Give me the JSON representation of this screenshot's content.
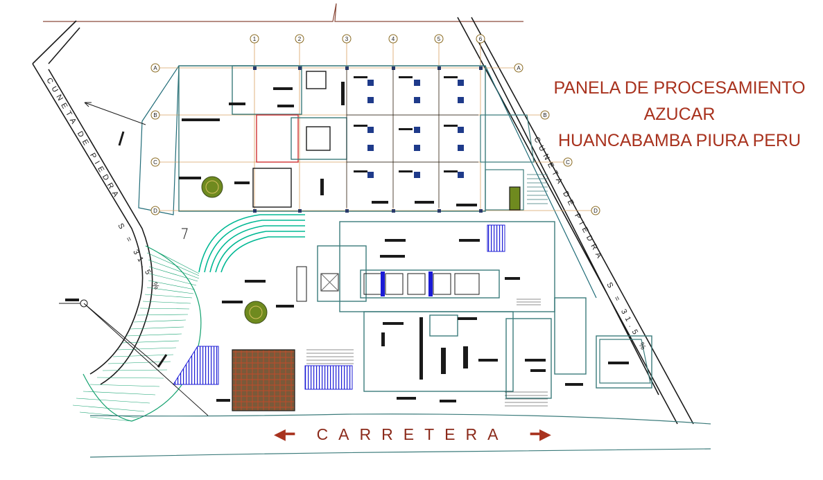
{
  "title": {
    "line1": "PANELA DE PROCESAMIENTO",
    "line2": "AZUCAR",
    "line3": "HUANCABAMBA PIURA  PERU"
  },
  "road_label": "CARRETERA",
  "side_labels": {
    "left_canal": "CUNETA DE PIEDRA",
    "left_slope": "S = 31.5 %",
    "right_canal": "CUNETA DE PIEDRA",
    "right_slope": "S = 31.5 %"
  },
  "grid_columns": [
    "1",
    "2",
    "3",
    "4",
    "5",
    "6"
  ],
  "grid_rows": [
    "A",
    "B",
    "C",
    "D"
  ],
  "colors": {
    "title": "#a8321e",
    "road_text": "#8b2a1a",
    "boundary": "#1a1a1a",
    "wall": "#3a7a7a",
    "ramp": "#00b894",
    "stair": "#12a16e",
    "blue_hatch": "#1b1bd6",
    "grid": "#d8a060",
    "tree": "#6f8a1f"
  }
}
